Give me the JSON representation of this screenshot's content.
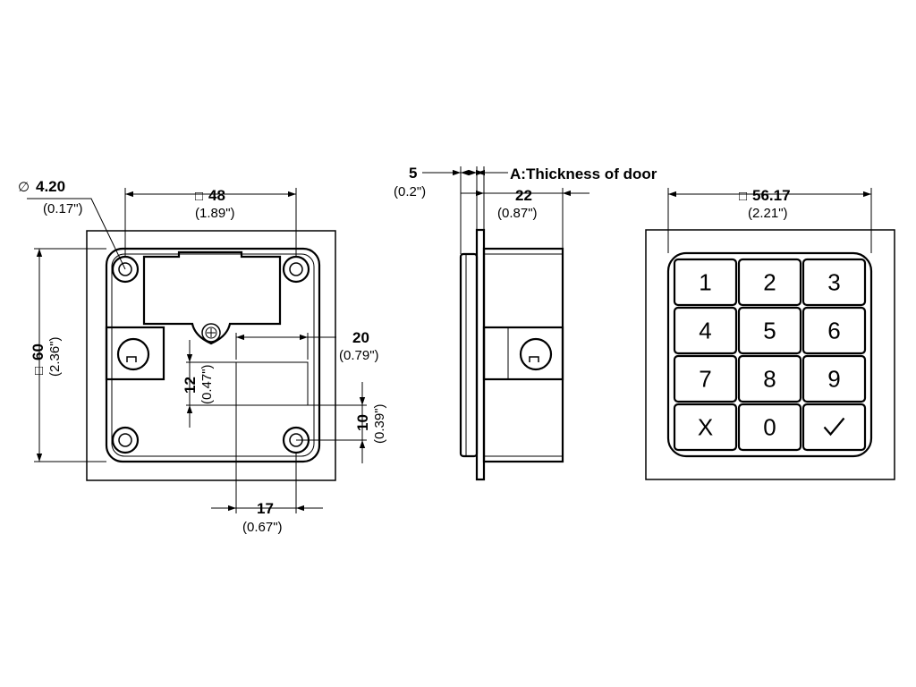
{
  "back_view": {
    "hole_diameter": "4.20",
    "hole_diameter_in": "(0.17\")",
    "hole_spacing": "48",
    "hole_spacing_in": "(1.89\")",
    "height": "60",
    "height_in": "(2.36\")",
    "offset_20": "20",
    "offset_20_in": "(0.79\")",
    "offset_12": "12",
    "offset_12_in": "(0.47\")",
    "offset_10": "10",
    "offset_10_in": "(0.39\")",
    "offset_17": "17",
    "offset_17_in": "(0.67\")"
  },
  "side_view": {
    "flange": "5",
    "flange_in": "(0.2\")",
    "door_note": "A:Thickness of door",
    "depth": "22",
    "depth_in": "(0.87\")"
  },
  "keypad_view": {
    "size": "56.17",
    "size_in": "(2.21\")",
    "keys": [
      "1",
      "2",
      "3",
      "4",
      "5",
      "6",
      "7",
      "8",
      "9",
      "X",
      "0"
    ],
    "confirm_key_icon": "check-icon"
  },
  "square_symbol": "□",
  "diameter_symbol": "∅"
}
